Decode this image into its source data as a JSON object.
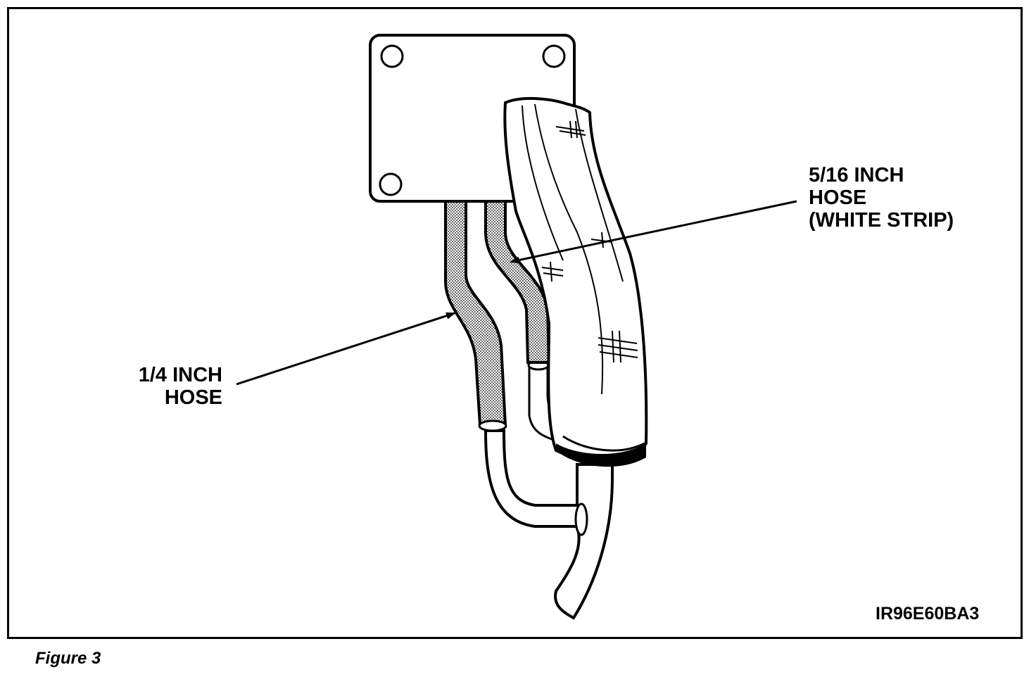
{
  "labels": {
    "quarter_inch_hose": [
      "1/4 INCH",
      "HOSE"
    ],
    "five_sixteenths_hose": [
      "5/16 INCH",
      "HOSE",
      "(WHITE STRIP)"
    ]
  },
  "figure_code": "IR96E60BA3",
  "caption": "Figure 3"
}
